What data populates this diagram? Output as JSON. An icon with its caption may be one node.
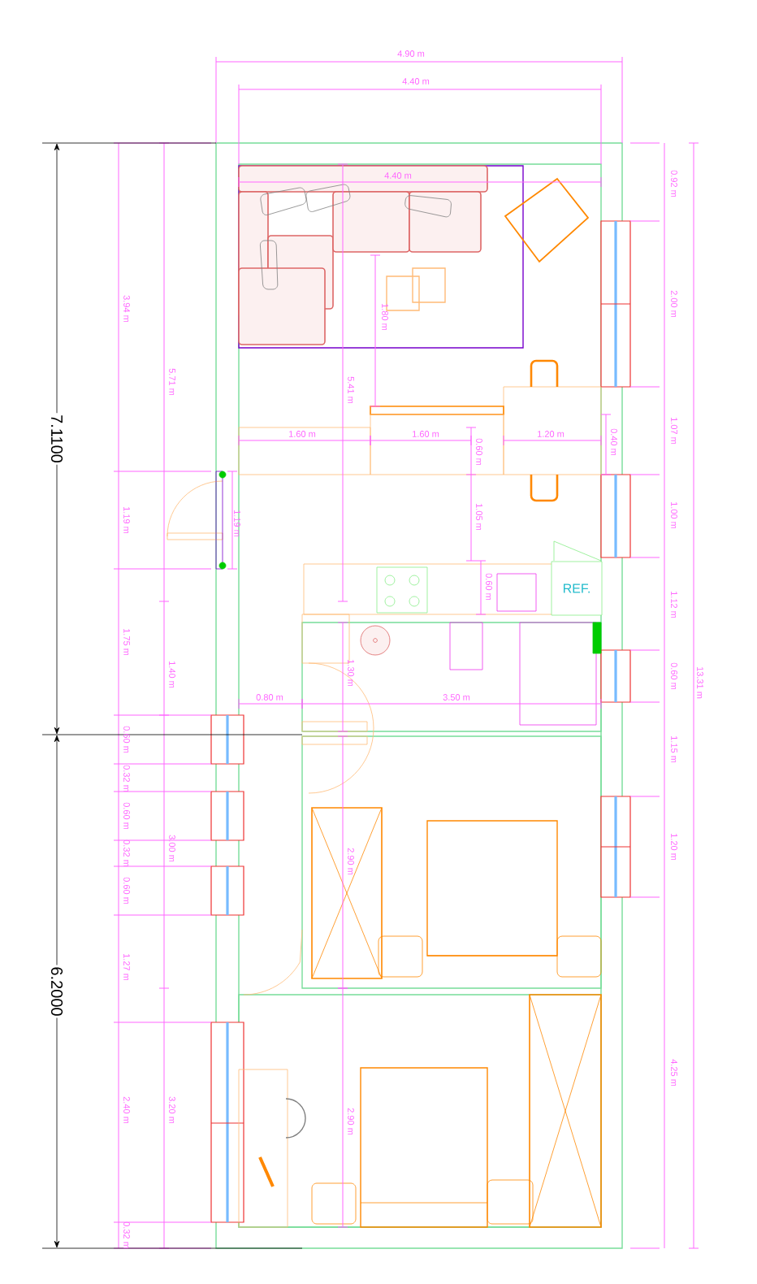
{
  "diagram": {
    "nodes": [
      {
        "text": [
          "REF."
        ]
      }
    ],
    "labels": [
      "4.90 m",
      "4.40 m",
      "0.92 m",
      "4.40 m",
      "3.94 m",
      "1.80 m",
      "2.00 m",
      "5.71 m",
      "5.41 m",
      "1.07 m",
      "7.1100",
      "1.60 m",
      "1.60 m",
      "0.60 m",
      "1.20 m",
      "0.40 m",
      "1.19 m",
      "1.19 m",
      "1.05 m",
      "1.00 m",
      "0.60 m",
      "1.12 m",
      "13.31 m",
      "1.75 m",
      "1.40 m",
      "1.30 m",
      "0.60 m",
      "0.80 m",
      "3.50 m",
      "0.60 m",
      "1.15 m",
      "0.32 m",
      "0.60 m",
      "0.32 m",
      "3.00 m",
      "1.20 m",
      "2.90 m",
      "0.60 m",
      "1.27 m",
      "6.2000",
      "4.25 m",
      "2.40 m",
      "3.20 m",
      "2.90 m",
      "0.32 m"
    ]
  }
}
